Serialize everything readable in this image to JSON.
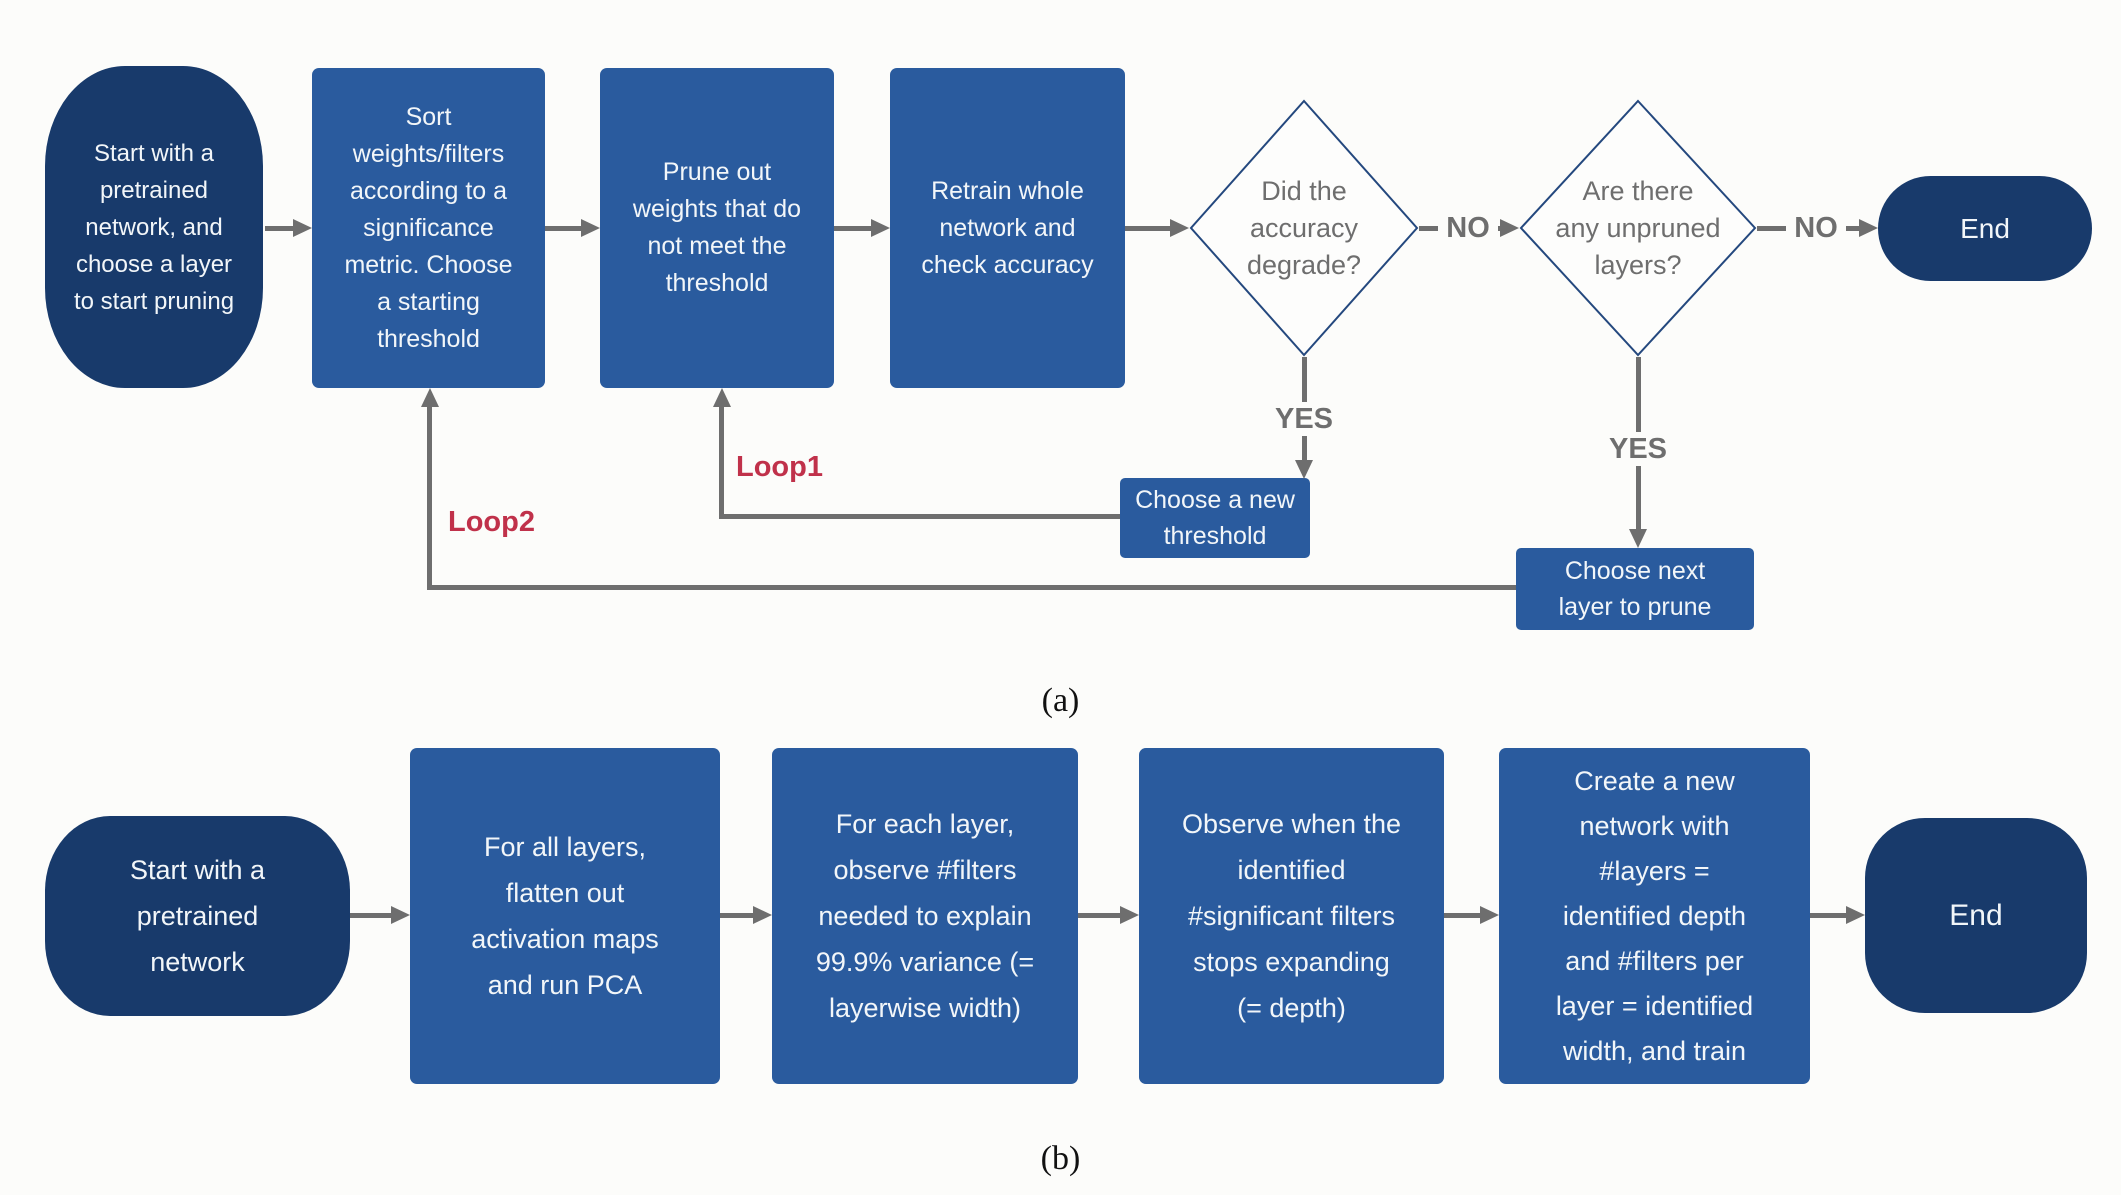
{
  "palette": {
    "terminal_fill": "#183a6b",
    "process_fill": "#2a5b9e",
    "decision_fill": "#fdfdfc",
    "decision_stroke": "#24487e",
    "connector_gray": "#6e6e6e",
    "loop_label_red": "#c0314a",
    "node_text": "#f2f6f9",
    "decision_text": "#6e6e6e"
  },
  "diagram_a": {
    "caption": "(a)",
    "nodes": {
      "start": {
        "text": "Start with a\npretrained\nnetwork, and\nchoose a layer\nto start pruning"
      },
      "sort": {
        "text": "Sort\nweights/filters\naccording to a\nsignificance\nmetric. Choose\na starting\nthreshold"
      },
      "prune": {
        "text": "Prune out\nweights that do\nnot meet the\nthreshold"
      },
      "retrain": {
        "text": "Retrain whole\nnetwork and\ncheck accuracy"
      },
      "decision_accuracy": {
        "text": "Did the\naccuracy\ndegrade?"
      },
      "decision_layers": {
        "text": "Are there\nany unpruned\nlayers?"
      },
      "end": {
        "text": "End"
      },
      "new_threshold": {
        "text": "Choose a new\nthreshold"
      },
      "next_layer": {
        "text": "Choose next\nlayer to prune"
      }
    },
    "edge_labels": {
      "no_accuracy": "NO",
      "no_layers": "NO",
      "yes_accuracy": "YES",
      "yes_layers": "YES",
      "loop1": "Loop1",
      "loop2": "Loop2"
    }
  },
  "diagram_b": {
    "caption": "(b)",
    "nodes": {
      "start": {
        "text": "Start with a\npretrained\nnetwork"
      },
      "flatten": {
        "text": "For all layers,\nflatten out\nactivation maps\nand run PCA"
      },
      "observe_filters": {
        "text": "For each layer,\nobserve #filters\nneeded to explain\n99.9% variance (=\nlayerwise width)"
      },
      "observe_depth": {
        "text": "Observe when the\nidentified\n#significant filters\nstops expanding\n(= depth)"
      },
      "create_network": {
        "text": "Create a new\nnetwork with\n#layers =\nidentified depth\nand #filters per\nlayer = identified\nwidth, and train"
      },
      "end": {
        "text": "End"
      }
    }
  }
}
